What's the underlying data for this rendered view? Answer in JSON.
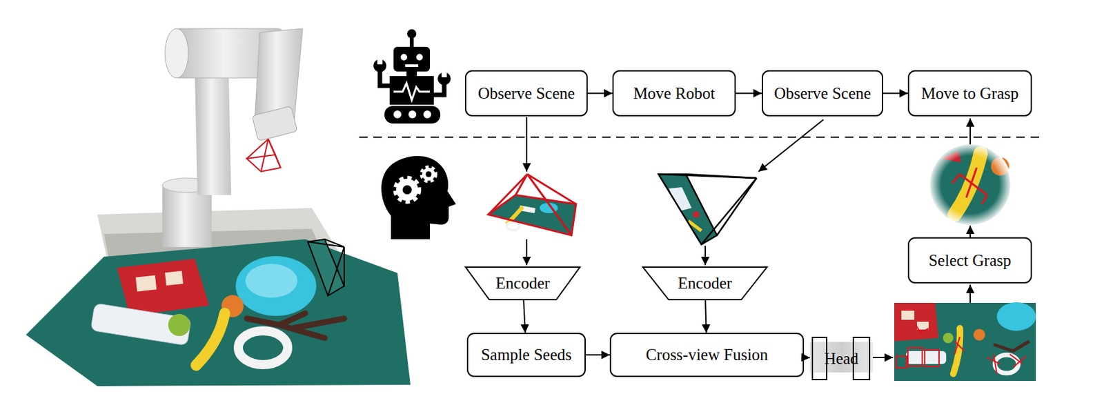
{
  "diagram": {
    "nodes": [
      {
        "text": [
          "Observe Scene"
        ]
      },
      {
        "text": [
          "Move Robot"
        ]
      },
      {
        "text": [
          "Observe Scene"
        ]
      },
      {
        "text": [
          "Move to Grasp"
        ]
      },
      {
        "text": [
          "Encoder"
        ]
      },
      {
        "text": [
          "Encoder"
        ]
      },
      {
        "text": [
          "Sample Seeds"
        ]
      },
      {
        "text": [
          "Cross-view Fusion"
        ]
      },
      {
        "text": [
          "Head"
        ]
      },
      {
        "text": [
          "Select Grasp"
        ]
      }
    ],
    "edges": [
      {
        "from": 0,
        "to": 1,
        "arrow": "to"
      },
      {
        "from": 1,
        "to": 2,
        "arrow": "to"
      },
      {
        "from": 2,
        "to": 3,
        "arrow": "to"
      },
      {
        "from": 4,
        "to": 6,
        "arrow": "to"
      },
      {
        "from": 5,
        "to": 7,
        "arrow": "to"
      },
      {
        "from": 6,
        "to": 7,
        "arrow": "to"
      },
      {
        "from": 7,
        "to": 8,
        "arrow": "to"
      }
    ]
  }
}
